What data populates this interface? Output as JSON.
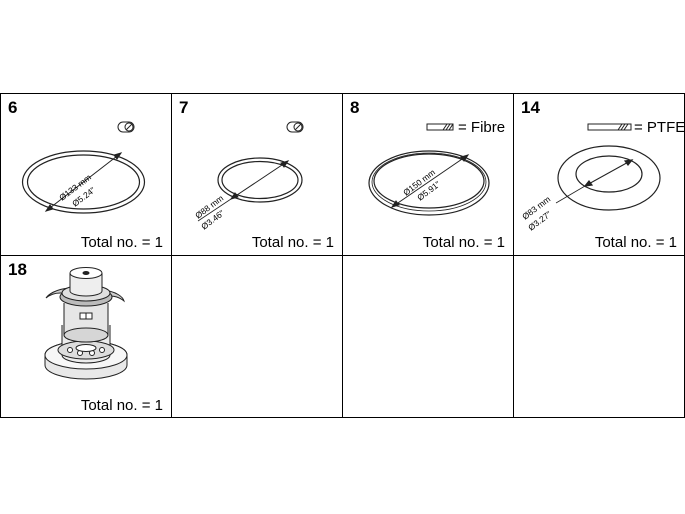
{
  "cells": [
    {
      "number": "6",
      "total": "Total no. = 1",
      "dim_mm": "Ø133 mm",
      "dim_in": "Ø5.24\""
    },
    {
      "number": "7",
      "total": "Total no. = 1",
      "dim_mm": "Ø88 mm",
      "dim_in": "Ø3.46\""
    },
    {
      "number": "8",
      "total": "Total no. = 1",
      "dim_mm": "Ø150 mm",
      "dim_in": "Ø5.91\"",
      "material": "= Fibre"
    },
    {
      "number": "14",
      "total": "Total no. = 1",
      "dim_mm": "Ø83 mm",
      "dim_in": "Ø3.27\"",
      "material": "= PTFE"
    },
    {
      "number": "18",
      "total": "Total no. = 1"
    }
  ],
  "icons": {
    "cell6": "o-ring-section-icon",
    "cell7": "o-ring-section-icon",
    "cell8": "flat-gasket-section-icon",
    "cell14": "flat-gasket-section-icon"
  }
}
